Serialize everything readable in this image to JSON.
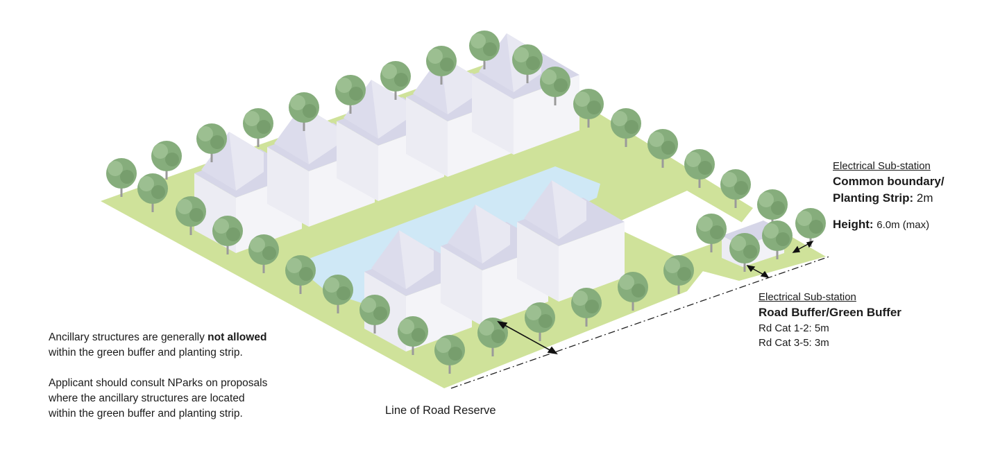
{
  "substation_common": {
    "heading": "Electrical Sub-station",
    "title_line1": "Common boundary/",
    "title_line2": "Planting Strip:",
    "strip_value": "2m",
    "height_label": "Height:",
    "height_value": "6.0m (max)"
  },
  "substation_road": {
    "heading": "Electrical Sub-station",
    "title": "Road Buffer/Green Buffer",
    "rd_cat_1": "Rd Cat 1-2: 5m",
    "rd_cat_2": "Rd Cat 3-5: 3m"
  },
  "notes": {
    "p1_before": "Ancillary structures are generally",
    "p1_bold": "not allowed",
    "p1_after": "within the green buffer and planting strip.",
    "p2_line1": "Applicant should consult NParks on proposals",
    "p2_line2": "where the ancillary structures are located",
    "p2_line3": "within the green buffer and planting strip."
  },
  "road_reserve_label": "Line of Road Reserve",
  "colors": {
    "grass": "#cfe29a",
    "water": "#cfe8f6",
    "building_wall": "#ececf3",
    "roof": "#d6d6e8",
    "tree_canopy": "#86ad7c",
    "tree_trunk": "#9a9a9a"
  }
}
